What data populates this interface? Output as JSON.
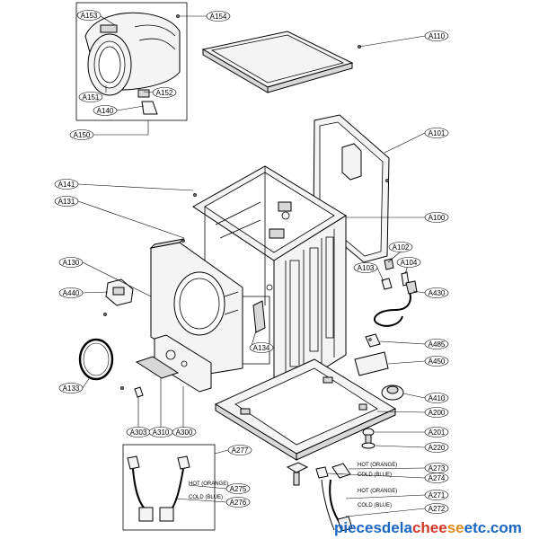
{
  "labels": {
    "A153": "A153",
    "A154": "A154",
    "A110": "A110",
    "A151": "A151",
    "A152": "A152",
    "A140": "A140",
    "A150": "A150",
    "A101": "A101",
    "A141": "A141",
    "A131": "A131",
    "A100": "A100",
    "A102": "A102",
    "A103": "A103",
    "A104": "A104",
    "A130": "A130",
    "A440": "A440",
    "A430": "A430",
    "A134": "A134",
    "A485": "A485",
    "A450": "A450",
    "A133": "A133",
    "A410": "A410",
    "A200": "A200",
    "A303": "A303",
    "A310": "A310",
    "A300": "A300",
    "A201": "A201",
    "A220": "A220",
    "A277": "A277",
    "A273": "A273",
    "A274": "A274",
    "A275": "A275",
    "A276": "A276",
    "A271": "A271",
    "A272": "A272"
  },
  "hose_notes": {
    "hot_left": "HOT (ORANGE)",
    "cold_left": "COLD (BLUE)",
    "hot_right_1": "HOT (ORANGE)",
    "cold_right_1": "COLD (BLUE)",
    "hot_right_2": "HOT (ORANGE)",
    "cold_right_2": "COLD (BLUE)"
  },
  "watermark": {
    "part1": "piecesdela",
    "part2": "chee",
    "part3": "se",
    "part4": "etc.com"
  }
}
